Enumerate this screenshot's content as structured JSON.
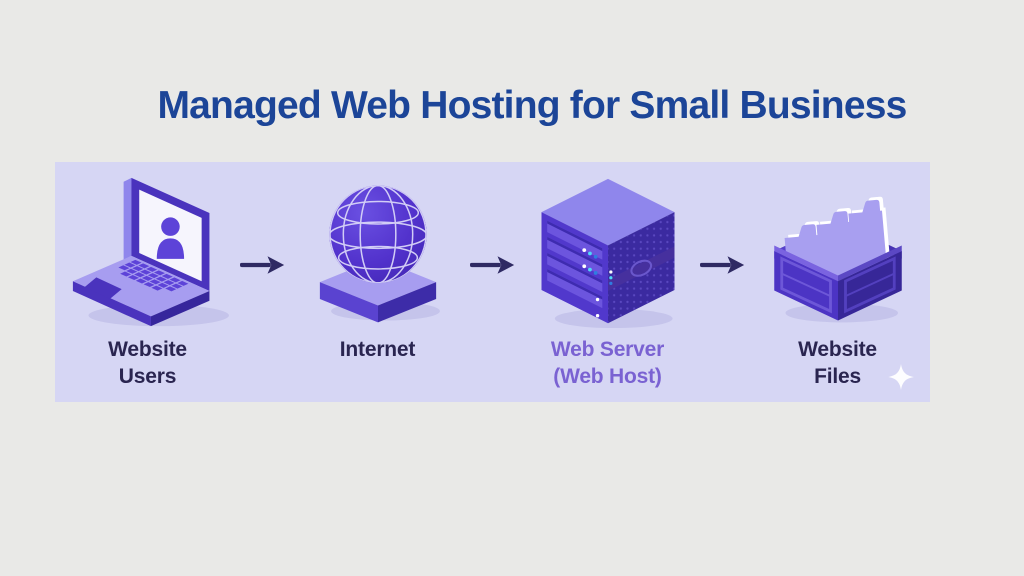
{
  "header": {
    "title": "Managed Web Hosting for Small Business"
  },
  "diagram": {
    "nodes": [
      {
        "id": "website-users",
        "icon": "laptop-user-icon",
        "lines": [
          "Website",
          "Users"
        ]
      },
      {
        "id": "internet",
        "icon": "globe-icon",
        "lines": [
          "Internet"
        ]
      },
      {
        "id": "web-server",
        "icon": "server-icon",
        "lines": [
          "Web Server",
          "(Web Host)"
        ]
      },
      {
        "id": "website-files",
        "icon": "folder-crate-icon",
        "lines": [
          "Website",
          "Files"
        ]
      }
    ],
    "connector_icon": "right-arrow-icon",
    "decoration_icon": "sparkle-icon"
  },
  "colors": {
    "page_background": "#e9e9e7",
    "panel_background": "#d6d6f4",
    "title_text": "#1c4598",
    "label_dark": "#2a2550",
    "label_purple": "#7a62d2",
    "arrow": "#2f2a63",
    "icon_purple": "#5138cc",
    "icon_dark_purple": "#3b2aa0",
    "icon_light_lavender": "#a79df0",
    "icon_top_face": "#8f86ec",
    "led_cyan": "#4fd8f7",
    "sparkle": "#ffffff"
  }
}
